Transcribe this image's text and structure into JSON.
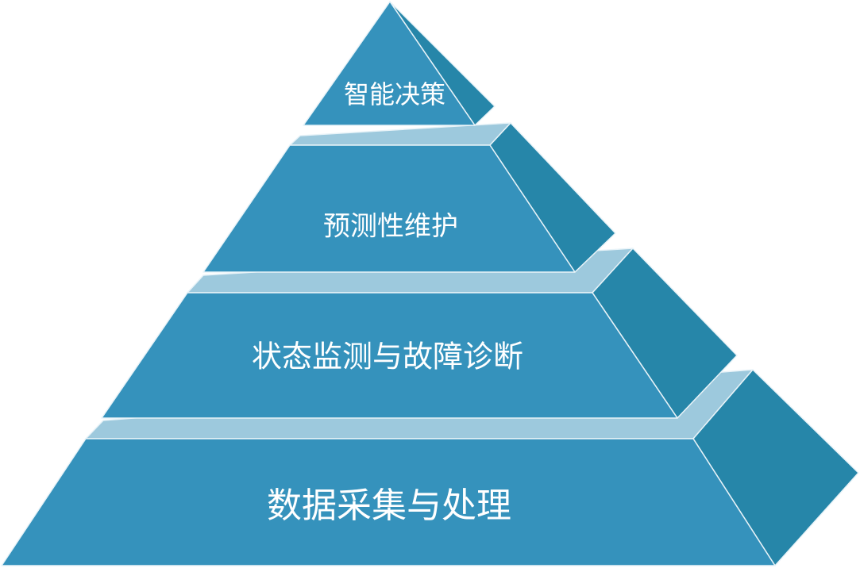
{
  "diagram": {
    "type": "pyramid",
    "colors": {
      "front": "#3592bc",
      "side": "#2686a9",
      "top": "#9dc9dd",
      "edge": "#e8f3f8",
      "text": "#ffffff"
    },
    "levels": [
      {
        "label": "智能决策"
      },
      {
        "label": "预测性维护"
      },
      {
        "label": "状态监测与故障诊断"
      },
      {
        "label": "数据采集与处理"
      }
    ]
  }
}
